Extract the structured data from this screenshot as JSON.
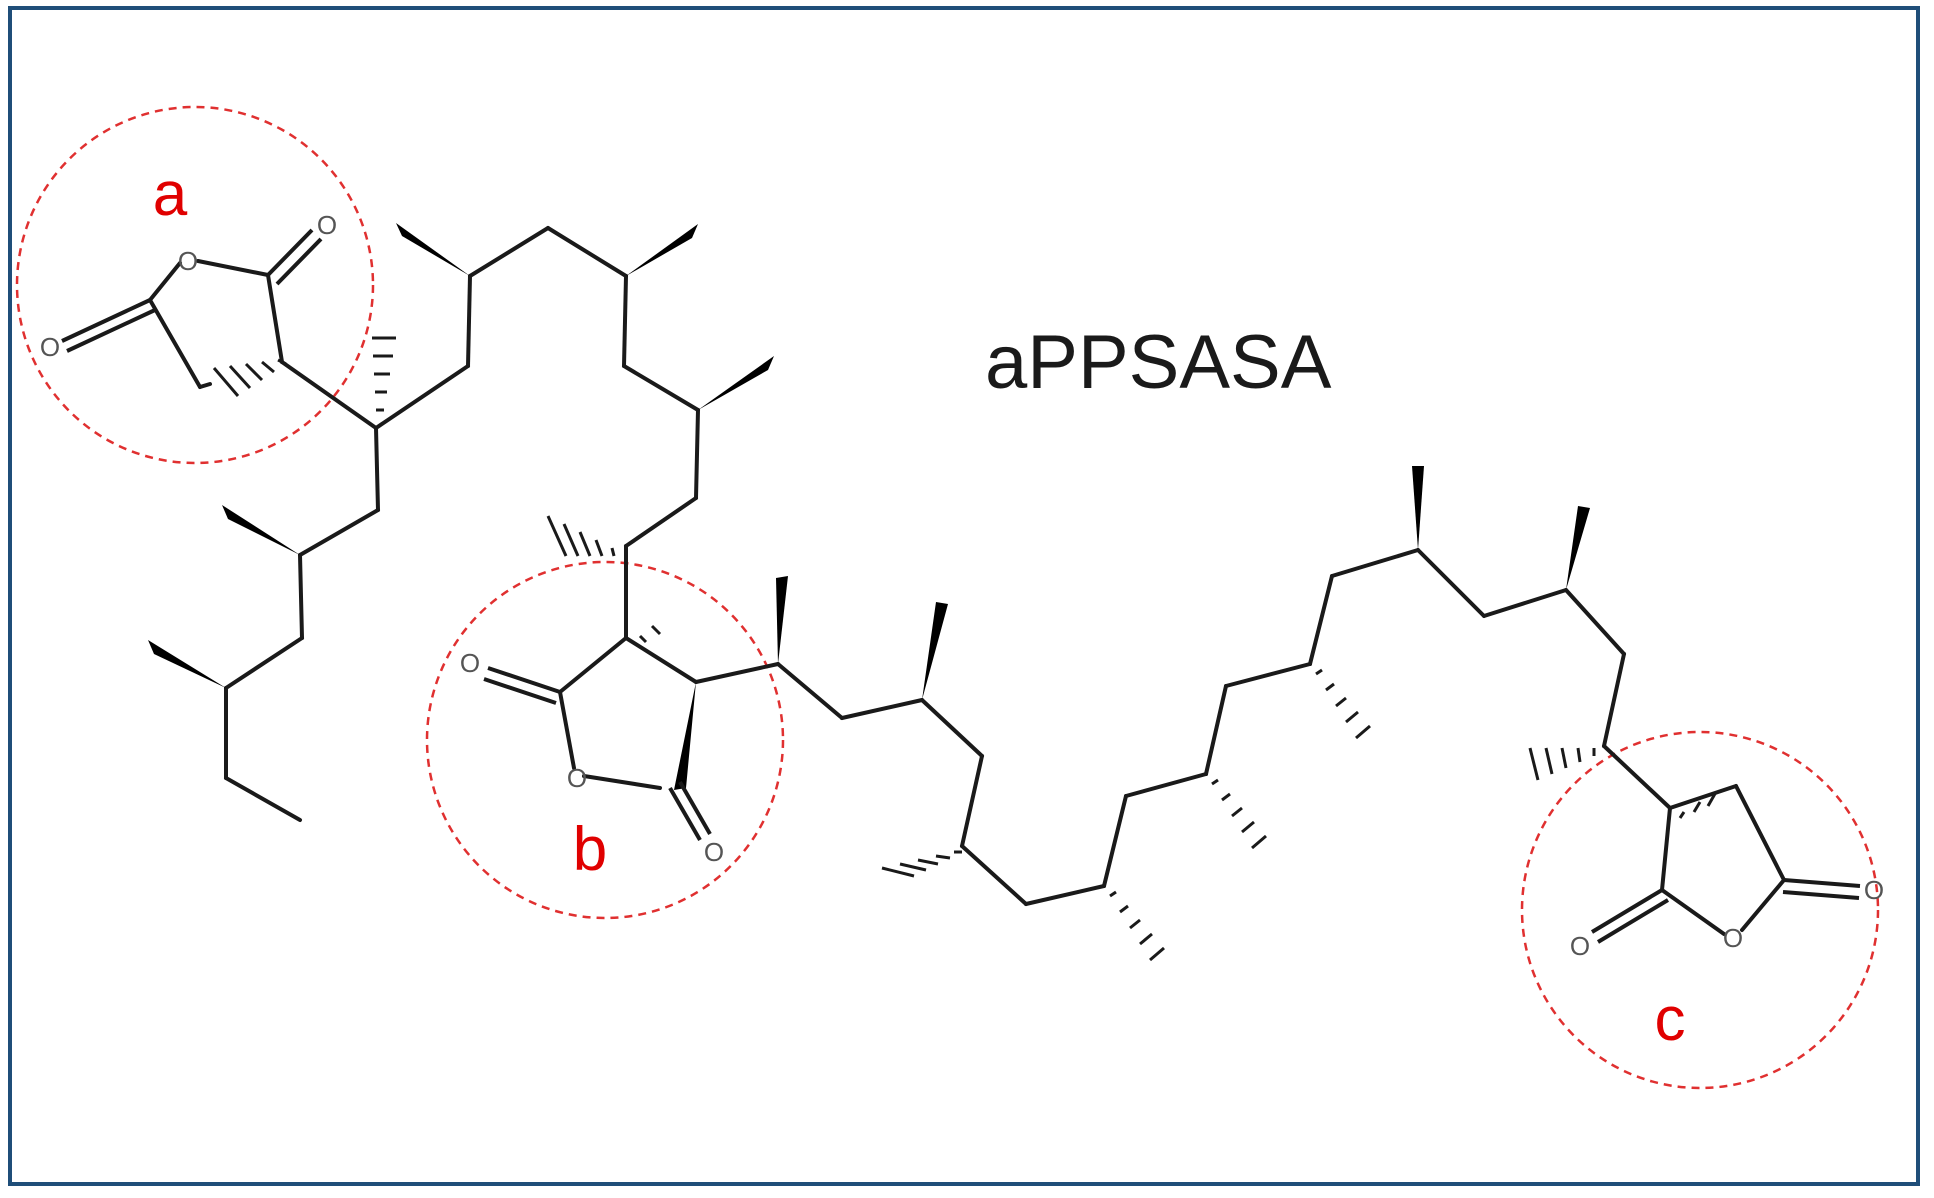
{
  "title": "aPPSASA",
  "regions": [
    {
      "label": "a"
    },
    {
      "label": "b"
    },
    {
      "label": "c"
    }
  ],
  "atoms": {
    "oxygen": "O"
  },
  "colors": {
    "frame": "#1f4e79",
    "highlight": "#e03030",
    "bonds": "#1a1a1a"
  }
}
